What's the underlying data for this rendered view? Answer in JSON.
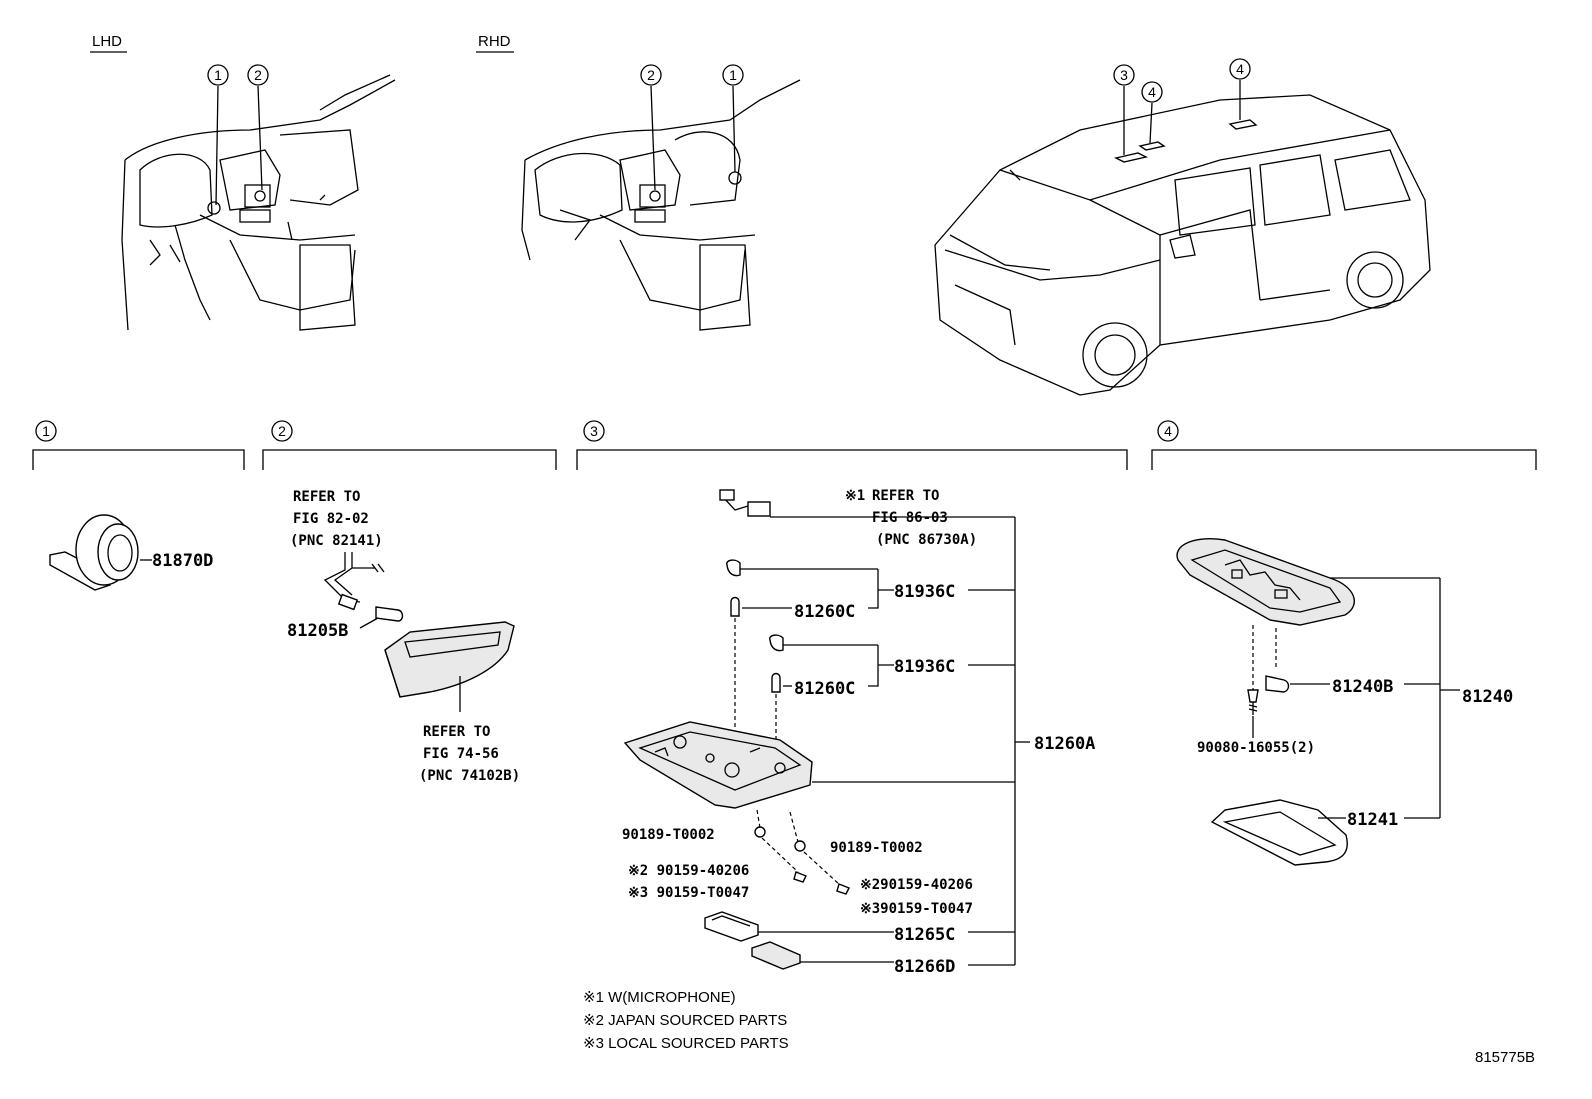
{
  "views": {
    "lhd_label": "LHD",
    "rhd_label": "RHD"
  },
  "callouts": {
    "c1": "1",
    "c2": "2",
    "c3": "3",
    "c4": "4"
  },
  "section1": {
    "part": "81870D"
  },
  "section2": {
    "ref_top": [
      "REFER TO",
      "FIG 82-02",
      "(PNC 82141)"
    ],
    "part": "81205B",
    "ref_bottom": [
      "REFER TO",
      "FIG 74-56",
      "(PNC 74102B)"
    ]
  },
  "section3": {
    "ref_mark": "※1",
    "ref": [
      "REFER TO",
      "FIG 86-03",
      "(PNC 86730A)"
    ],
    "p_81936c_a": "81936C",
    "p_81260c_a": "81260C",
    "p_81936c_b": "81936C",
    "p_81260c_b": "81260C",
    "p_81260a": "81260A",
    "p_t0002_left": "90189-T0002",
    "p_t0002_right": "90189-T0002",
    "left_j": "※2 90159-40206",
    "left_l": "※3 90159-T0047",
    "right_j": "※290159-40206",
    "right_l": "※390159-T0047",
    "p_81265c": "81265C",
    "p_81266d": "81266D"
  },
  "notes": [
    "※1 W(MICROPHONE)",
    "※2 JAPAN SOURCED PARTS",
    "※3 LOCAL SOURCED PARTS"
  ],
  "section4": {
    "p_81240b": "81240B",
    "p_81240": "81240",
    "p_screw": "90080-16055(2)",
    "p_81241": "81241"
  },
  "figure_id": "815775B"
}
